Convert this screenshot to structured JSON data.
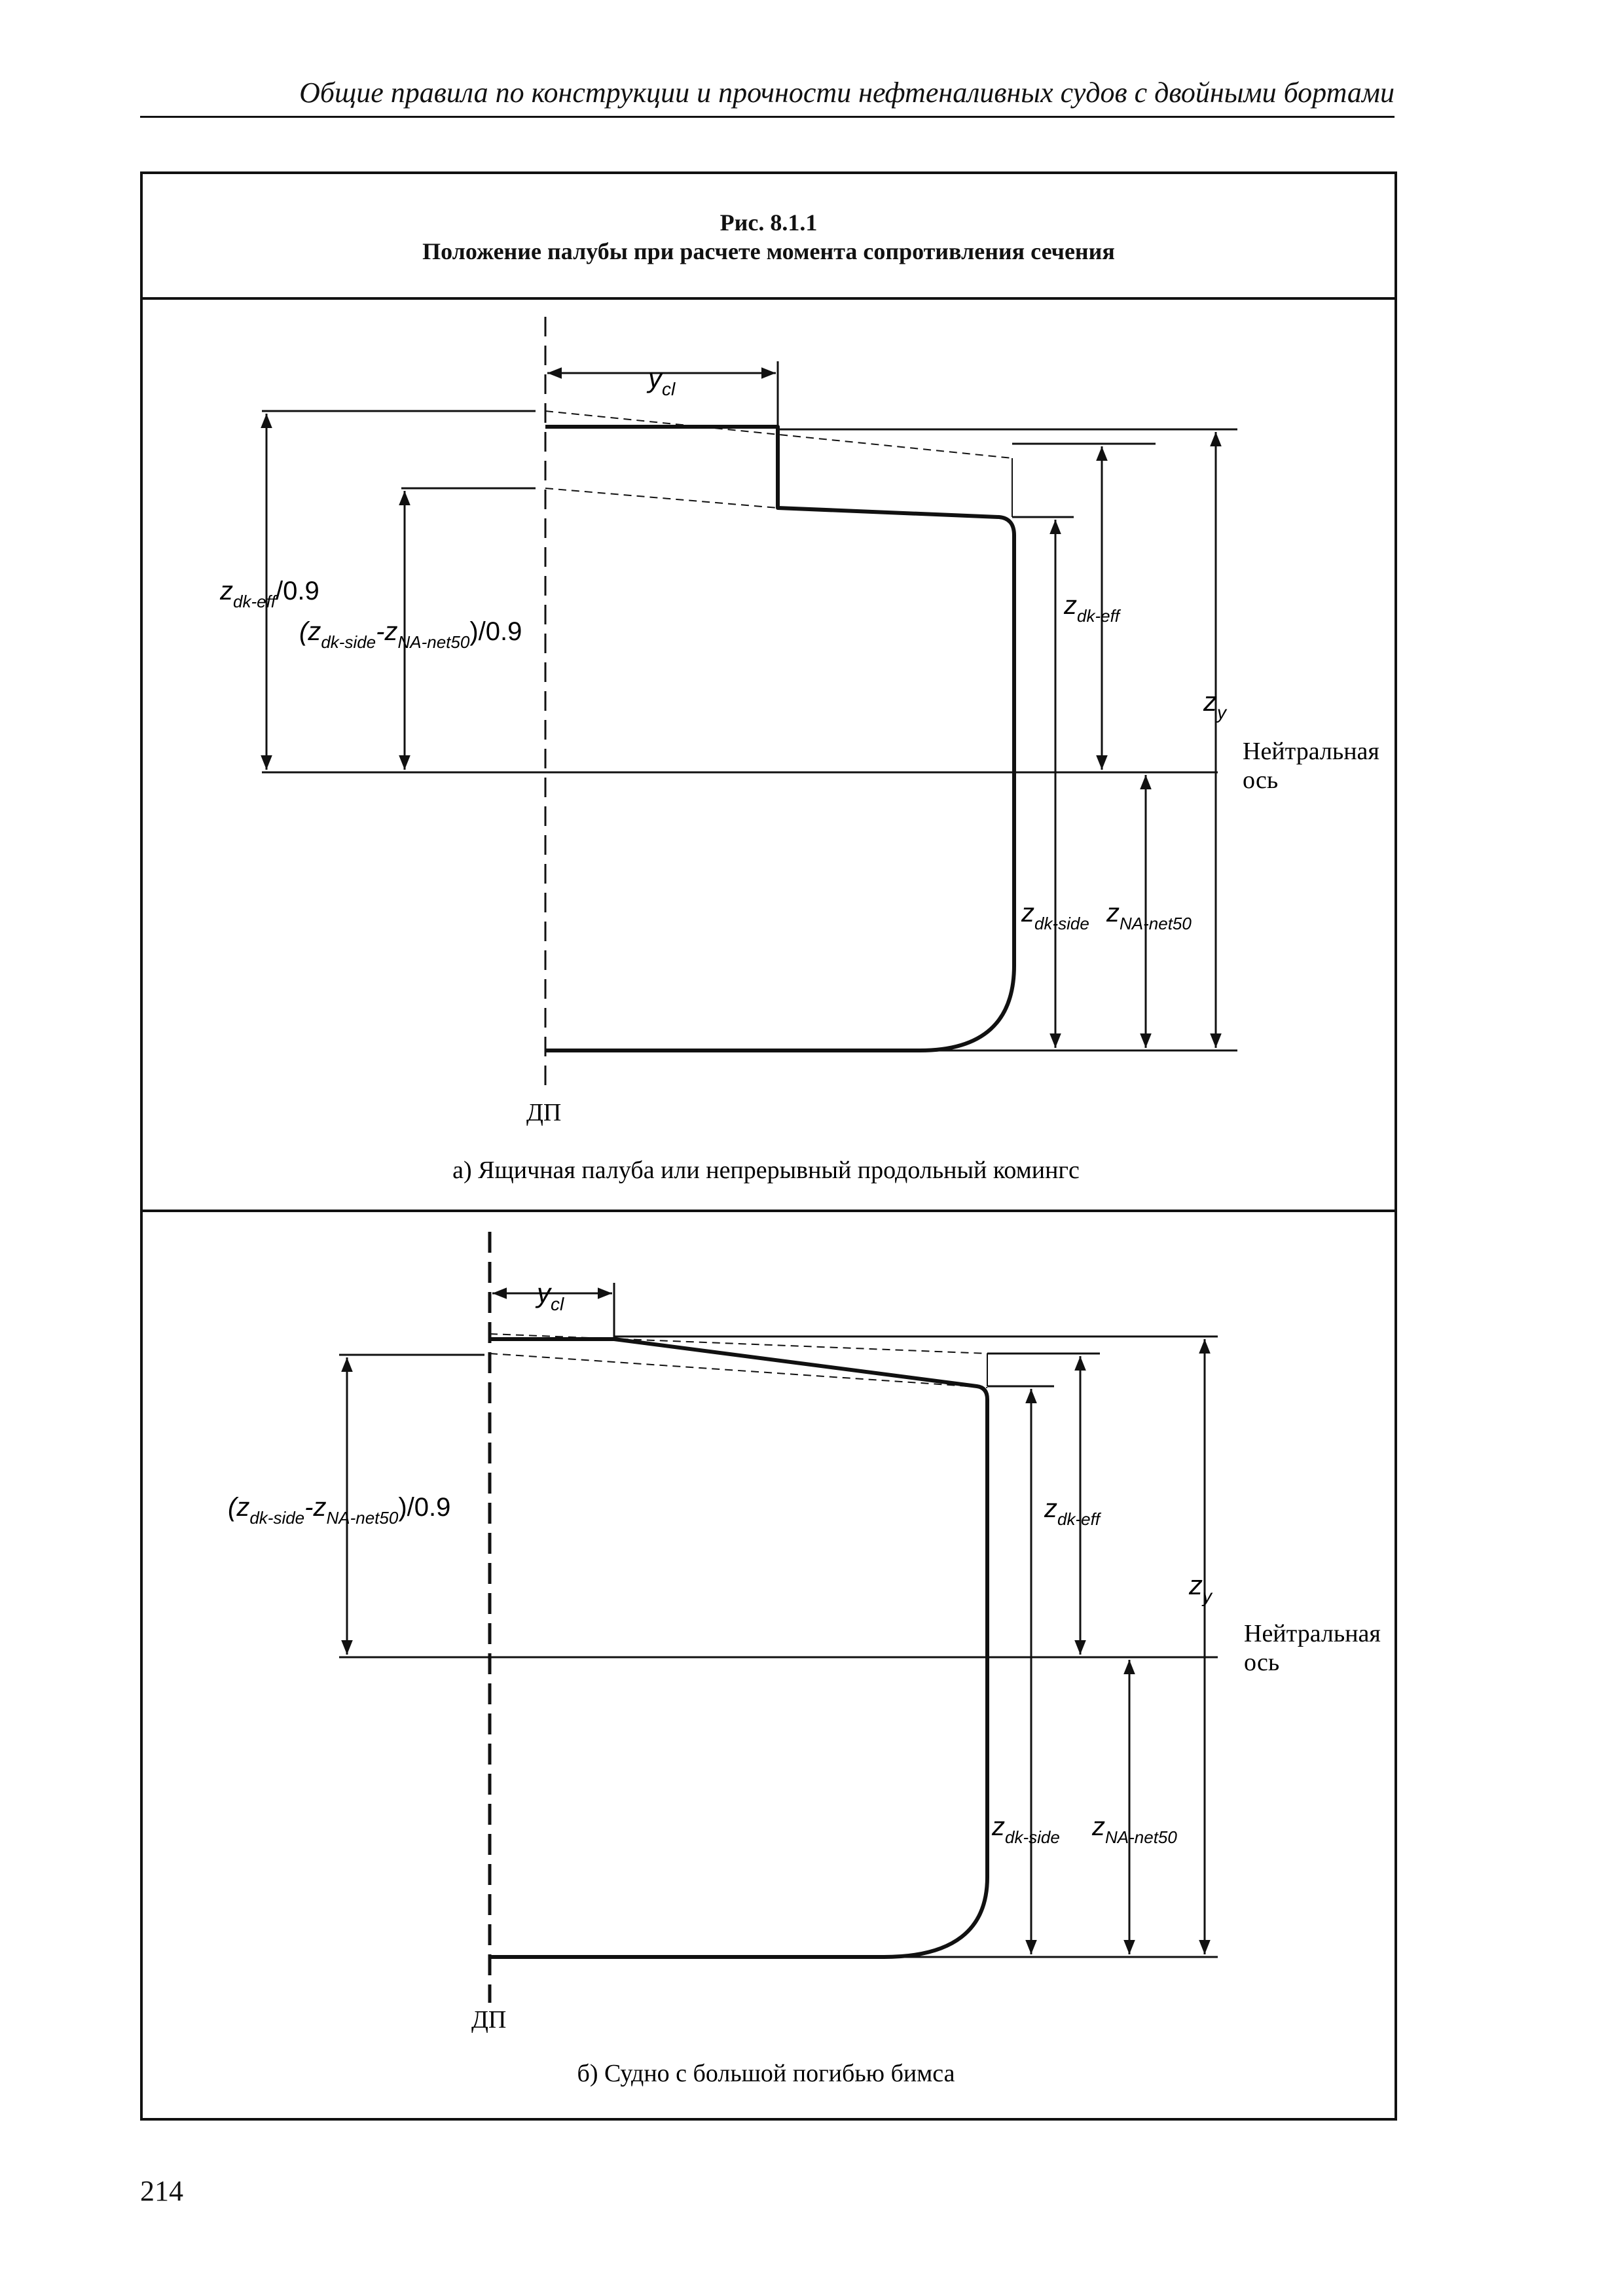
{
  "header": {
    "running_title": "Общие правила по конструкции и прочности нефтеналивных судов с двойными бортами"
  },
  "figure": {
    "number": "Рис. 8.1.1",
    "title": "Положение палубы при расчете момента сопротивления сечения"
  },
  "panel_a": {
    "caption": "а) Ящичная палуба или непрерывный продольный комингс",
    "centerline_label": "ДП",
    "neutral_axis_line1": "Нейтральная",
    "neutral_axis_line2": "ось",
    "label_ycl": {
      "base": "y",
      "sub": "cl"
    },
    "label_zdk_eff_09": {
      "base": "z",
      "sub": "dk-eff",
      "tail": "/0.9"
    },
    "label_zdk_side_minus_zna": {
      "open": "(z",
      "sub1": "dk-side",
      "mid": "-z",
      "sub2": "NA-net50",
      "tail": ")/0.9"
    },
    "label_zdk_eff": {
      "base": "z",
      "sub": "dk-eff"
    },
    "label_zy": {
      "base": "z",
      "sub": "y"
    },
    "label_zdk_side": {
      "base": "z",
      "sub": "dk-side"
    },
    "label_zna_net50": {
      "base": "z",
      "sub": "NA-net50"
    }
  },
  "panel_b": {
    "caption": "б) Судно с большой погибью бимса",
    "centerline_label": "ДП",
    "neutral_axis_line1": "Нейтральная",
    "neutral_axis_line2": "ось",
    "label_ycl": {
      "base": "y",
      "sub": "cl"
    },
    "label_zdk_side_minus_zna": {
      "open": "(z",
      "sub1": "dk-side",
      "mid": "-z",
      "sub2": "NA-net50",
      "tail": ")/0.9"
    },
    "label_zdk_eff": {
      "base": "z",
      "sub": "dk-eff"
    },
    "label_zy": {
      "base": "z",
      "sub": "y"
    },
    "label_zdk_side": {
      "base": "z",
      "sub": "dk-side"
    },
    "label_zna_net50": {
      "base": "z",
      "sub": "NA-net50"
    }
  },
  "page_number": "214"
}
